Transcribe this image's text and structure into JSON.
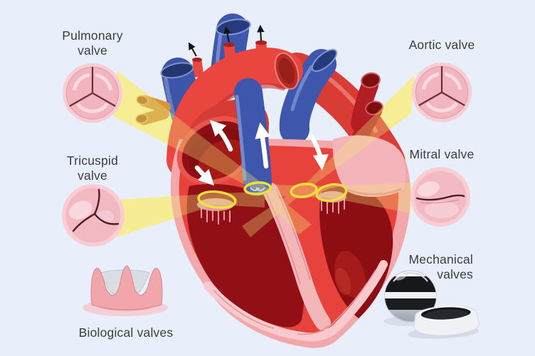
{
  "figure": {
    "kind": "heart-valves-illustration",
    "background": "#e9eefb"
  },
  "labels": {
    "pulmonary": {
      "line1": "Pulmonary",
      "line2": "valve"
    },
    "tricuspid": {
      "line1": "Tricuspid",
      "line2": "valve"
    },
    "aortic": {
      "line1": "Aortic valve"
    },
    "mitral": {
      "line1": "Mitral valve"
    },
    "mechanical": {
      "line1": "Mechanical",
      "line2": "valves"
    },
    "biological": {
      "line1": "Biological valves"
    }
  },
  "colors": {
    "background": "#e9eefb",
    "label_text": "#3d3d40",
    "beam_yellow": "#f8efa0",
    "highlight_ring_yellow": "#efe03b",
    "heart_red": "#e7423b",
    "chamber_dark_red": "#8e1015",
    "wall_pink": "#f2a7ab",
    "septum_pink": "#f3b7ba",
    "vessel_blue": "#3e57ac",
    "vein_dark_red": "#b21e24",
    "orange_vessel": "#d5973c",
    "valve_pink_outer": "#f8cdd4",
    "valve_pink_inner": "#f3b9c3",
    "valve_slit_dark": "#4f1d26",
    "prosthetic_silver": "#c9ced4",
    "prosthetic_black": "#17181a",
    "prosthetic_white": "#f0f1f4"
  }
}
